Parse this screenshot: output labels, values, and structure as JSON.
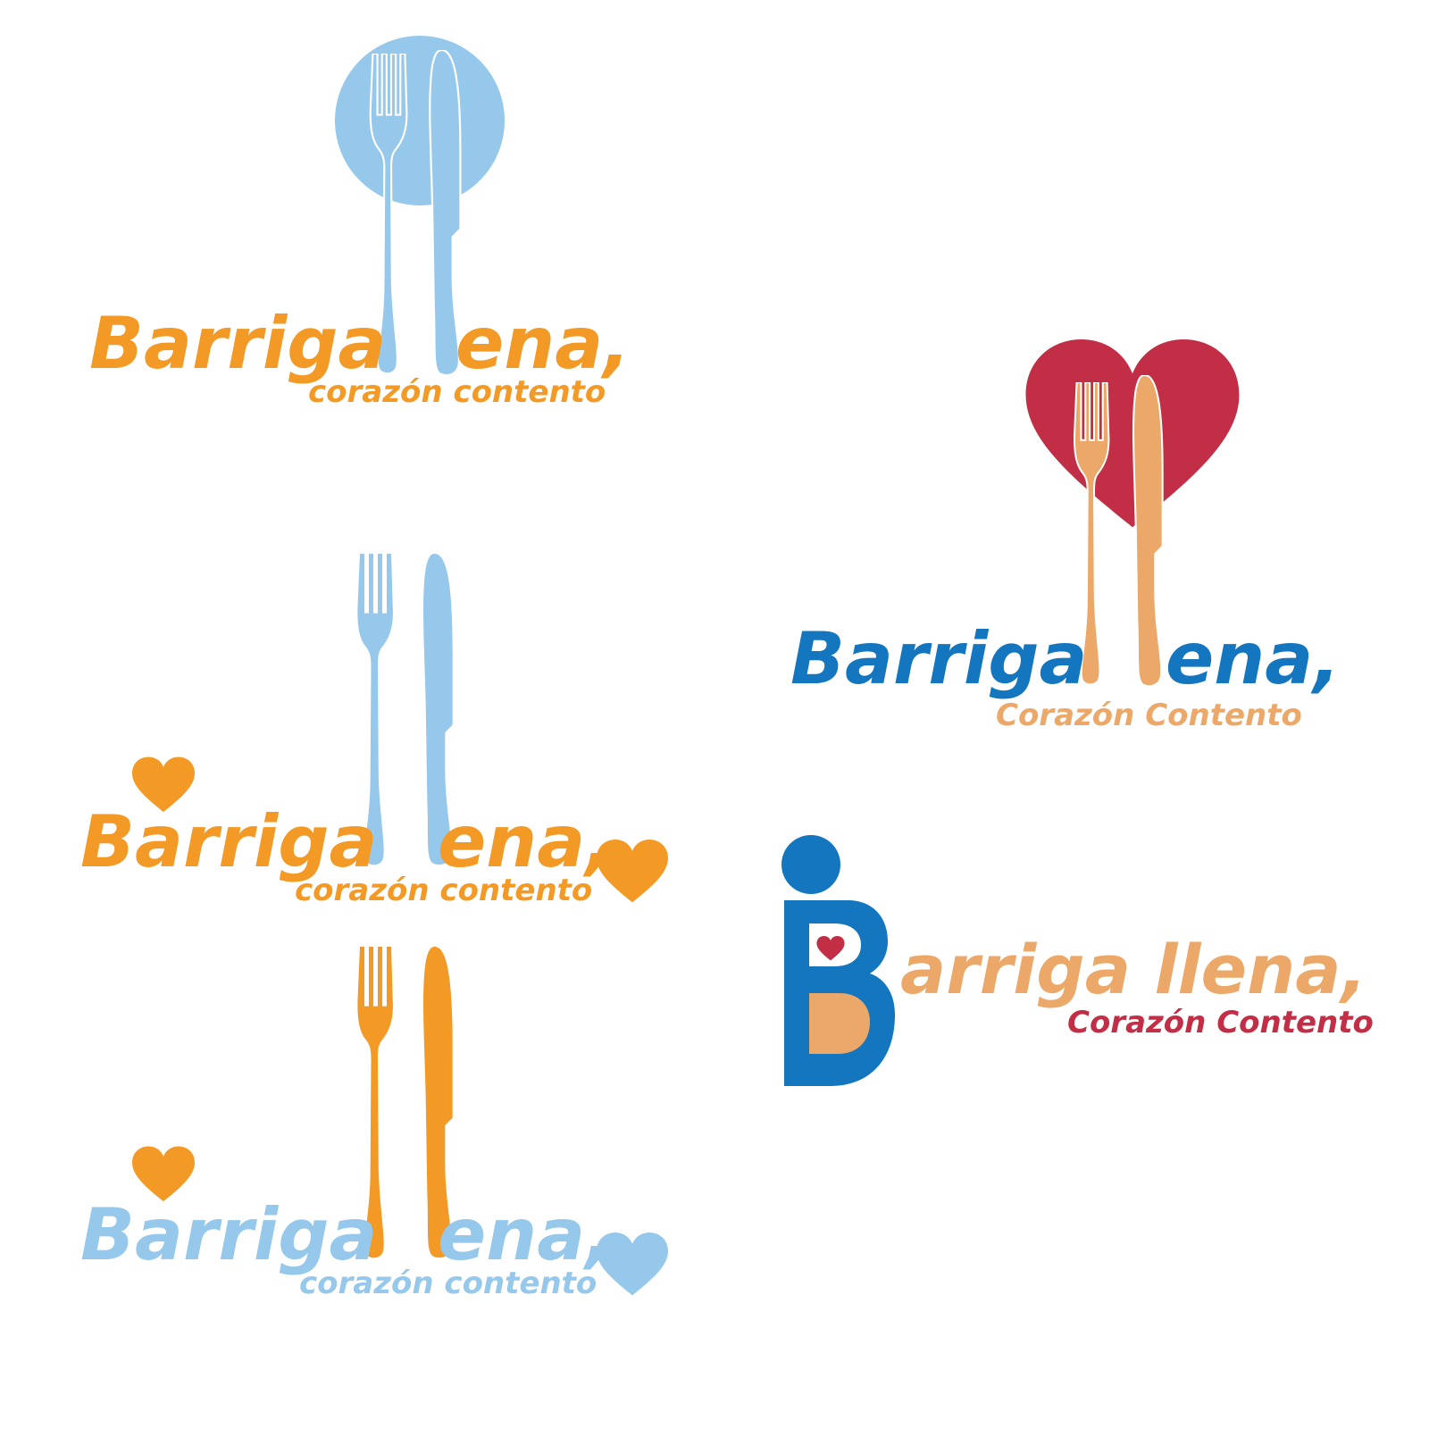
{
  "colors": {
    "orange": "#F39A26",
    "light_blue": "#95C8EB",
    "dark_blue": "#1476BE",
    "peach": "#EBA868",
    "crimson": "#C12E45",
    "white": "#FFFFFF"
  },
  "icons": {
    "cutlery": "fork-and-knife-icon",
    "plate": "plate-circle-icon",
    "heart": "heart-icon",
    "dot": "dot-icon"
  },
  "logo_1": {
    "wordmark_left": "Barriga",
    "wordmark_right": "ena,",
    "tagline": "corazón contento"
  },
  "logo_2": {
    "wordmark_left": "Barriga",
    "wordmark_right": "ena,",
    "tagline": "corazón contento"
  },
  "logo_3": {
    "wordmark_left": "Barriga",
    "wordmark_right": "ena,",
    "tagline": "corazón contento"
  },
  "logo_4": {
    "wordmark_left": "Barriga",
    "wordmark_right": "ena,",
    "tagline": "Corazón Contento"
  },
  "logo_5": {
    "wordmark": "arriga llena,",
    "tagline": "Corazón Contento"
  }
}
